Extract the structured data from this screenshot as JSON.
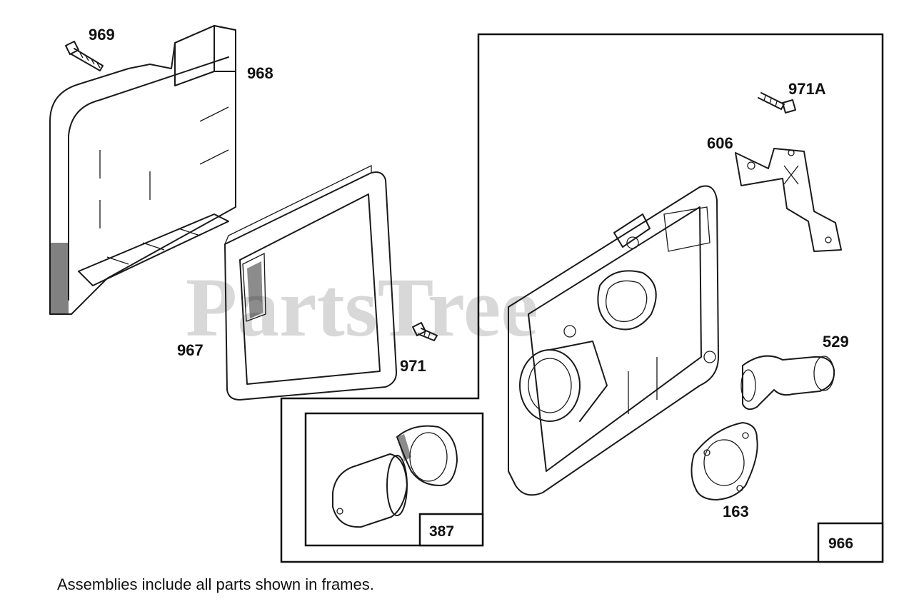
{
  "watermark": "PartsTree",
  "footnote": "Assemblies include all parts shown in frames.",
  "callouts": {
    "p969": "969",
    "p968": "968",
    "p967": "967",
    "p971": "971",
    "p971a": "971A",
    "p606": "606",
    "p529": "529",
    "p163": "163",
    "p387": "387",
    "p966": "966"
  },
  "icons": [
    "bolt",
    "air-cleaner-base",
    "air-filter",
    "breather-tube",
    "gasket",
    "bracket",
    "pre-cleaner"
  ]
}
